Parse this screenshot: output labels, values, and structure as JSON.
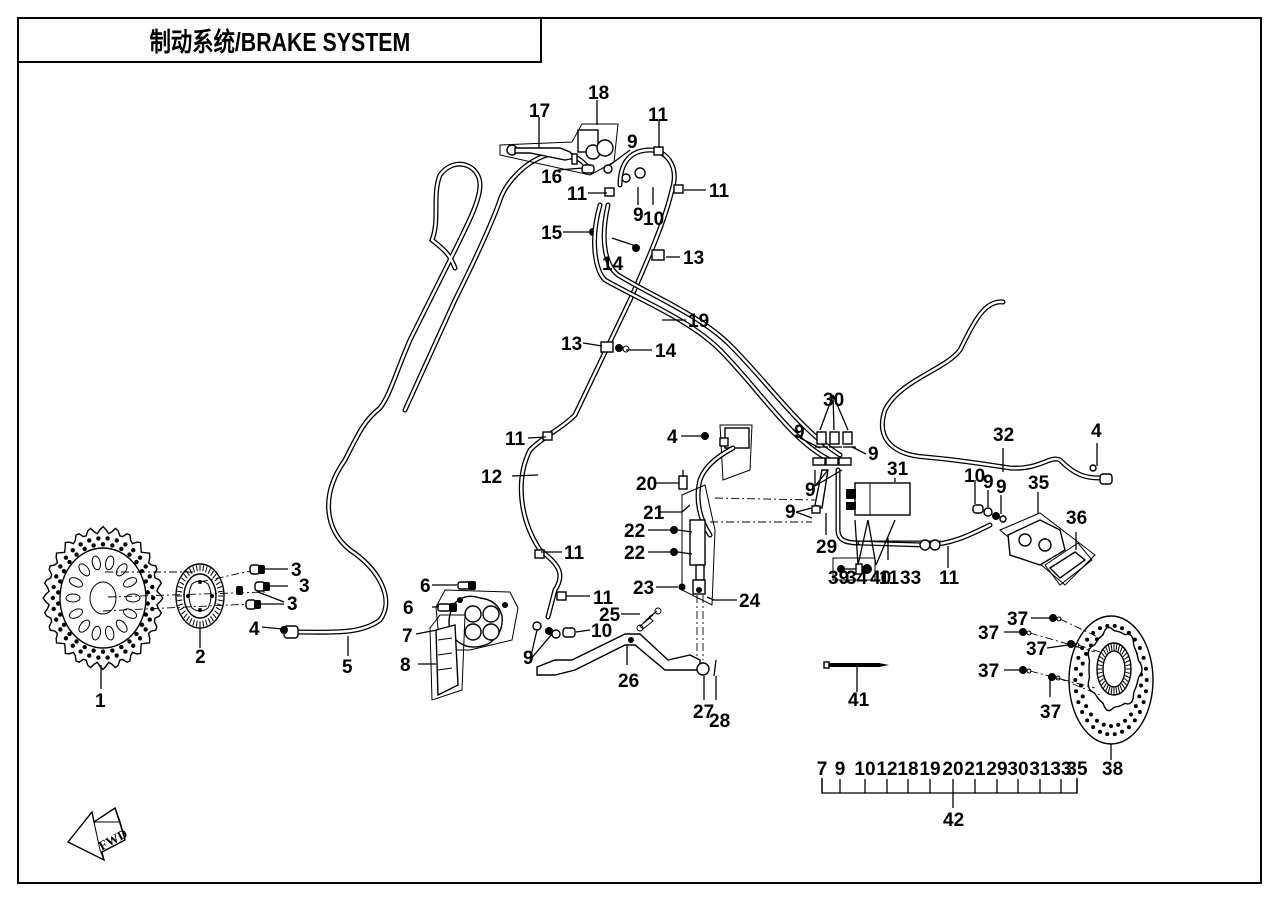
{
  "title": "制动系统/BRAKE SYSTEM",
  "fwd_label": "FWD",
  "callouts": [
    {
      "id": "c1",
      "text": "1"
    },
    {
      "id": "c2",
      "text": "2"
    },
    {
      "id": "c3a",
      "text": "3"
    },
    {
      "id": "c3b",
      "text": "3"
    },
    {
      "id": "c3c",
      "text": "3"
    },
    {
      "id": "c4a",
      "text": "4"
    },
    {
      "id": "c5",
      "text": "5"
    },
    {
      "id": "c6a",
      "text": "6"
    },
    {
      "id": "c6b",
      "text": "6"
    },
    {
      "id": "c7",
      "text": "7"
    },
    {
      "id": "c8",
      "text": "8"
    },
    {
      "id": "c9a",
      "text": "9"
    },
    {
      "id": "c10a",
      "text": "10"
    },
    {
      "id": "c11a",
      "text": "11"
    },
    {
      "id": "c11b",
      "text": "11"
    },
    {
      "id": "c12",
      "text": "12"
    },
    {
      "id": "c11c",
      "text": "11"
    },
    {
      "id": "c13a",
      "text": "13"
    },
    {
      "id": "c14a",
      "text": "14"
    },
    {
      "id": "c19",
      "text": "19"
    },
    {
      "id": "c15",
      "text": "15"
    },
    {
      "id": "c14b",
      "text": "14"
    },
    {
      "id": "c13b",
      "text": "13"
    },
    {
      "id": "c11d",
      "text": "11"
    },
    {
      "id": "c9b",
      "text": "9"
    },
    {
      "id": "c10b",
      "text": "10"
    },
    {
      "id": "c11e",
      "text": "11"
    },
    {
      "id": "c11f",
      "text": "11"
    },
    {
      "id": "c16",
      "text": "16"
    },
    {
      "id": "c9c",
      "text": "9"
    },
    {
      "id": "c17",
      "text": "17"
    },
    {
      "id": "c18",
      "text": "18"
    },
    {
      "id": "c4b",
      "text": "4"
    },
    {
      "id": "c20",
      "text": "20"
    },
    {
      "id": "c21",
      "text": "21"
    },
    {
      "id": "c22a",
      "text": "22"
    },
    {
      "id": "c22b",
      "text": "22"
    },
    {
      "id": "c23",
      "text": "23"
    },
    {
      "id": "c24",
      "text": "24"
    },
    {
      "id": "c25",
      "text": "25"
    },
    {
      "id": "c26",
      "text": "26"
    },
    {
      "id": "c27",
      "text": "27"
    },
    {
      "id": "c28",
      "text": "28"
    },
    {
      "id": "c30",
      "text": "30"
    },
    {
      "id": "c9d",
      "text": "9"
    },
    {
      "id": "c9e",
      "text": "9"
    },
    {
      "id": "c9f",
      "text": "9"
    },
    {
      "id": "c9g",
      "text": "9"
    },
    {
      "id": "c29",
      "text": "29"
    },
    {
      "id": "c31",
      "text": "31"
    },
    {
      "id": "c11g",
      "text": "11"
    },
    {
      "id": "c33",
      "text": "33"
    },
    {
      "id": "c39",
      "text": "39"
    },
    {
      "id": "c34",
      "text": "34"
    },
    {
      "id": "c40",
      "text": "40"
    },
    {
      "id": "c11h",
      "text": "11"
    },
    {
      "id": "c32",
      "text": "32"
    },
    {
      "id": "c4c",
      "text": "4"
    },
    {
      "id": "c10c",
      "text": "10"
    },
    {
      "id": "c9h",
      "text": "9"
    },
    {
      "id": "c9i",
      "text": "9"
    },
    {
      "id": "c35",
      "text": "35"
    },
    {
      "id": "c36",
      "text": "36"
    },
    {
      "id": "c41",
      "text": "41"
    },
    {
      "id": "c37a",
      "text": "37"
    },
    {
      "id": "c37b",
      "text": "37"
    },
    {
      "id": "c37c",
      "text": "37"
    },
    {
      "id": "c37d",
      "text": "37"
    },
    {
      "id": "c37e",
      "text": "37"
    },
    {
      "id": "c38",
      "text": "38"
    }
  ],
  "assembly_42": {
    "label": "42",
    "members": [
      "7",
      "9",
      "10",
      "12",
      "18",
      "19",
      "20",
      "21",
      "29",
      "30",
      "31",
      "33",
      "35"
    ]
  }
}
